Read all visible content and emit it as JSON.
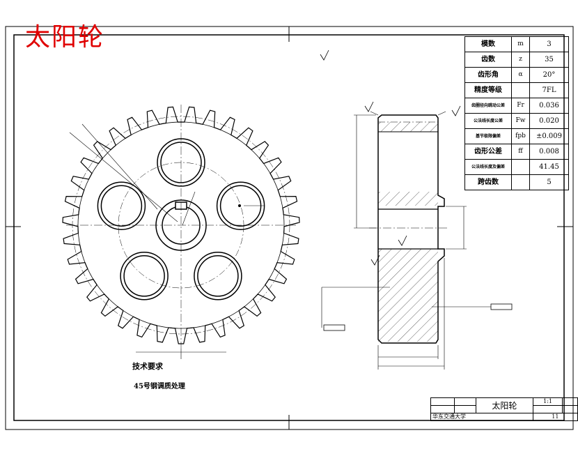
{
  "drawing_title": "太阳轮",
  "technical_requirements": {
    "heading": "技术要求",
    "items": [
      "45号钢调质处理"
    ]
  },
  "parameter_table": [
    {
      "name": "模数",
      "symbol": "m",
      "value": "3"
    },
    {
      "name": "齿数",
      "symbol": "z",
      "value": "35"
    },
    {
      "name": "齿形角",
      "symbol": "α",
      "value": "20°"
    },
    {
      "name": "精度等级",
      "symbol": "",
      "value": "7FL"
    },
    {
      "name": "齿圈径向跳动公差",
      "symbol": "Fr",
      "value": "0.036"
    },
    {
      "name": "公法线长度公差",
      "symbol": "Fw",
      "value": "0.020"
    },
    {
      "name": "基节极限偏差",
      "symbol": "fpb",
      "value": "±0.009"
    },
    {
      "name": "齿形公差",
      "symbol": "ff",
      "value": "0.008"
    },
    {
      "name": "公法线长度及偏差",
      "symbol": "",
      "value": "41.45"
    },
    {
      "name": "跨齿数",
      "symbol": "",
      "value": "5"
    }
  ],
  "title_block": {
    "part_name": "太阳轮",
    "scale": "1:1",
    "school": "华东交通大学",
    "sheet": "11"
  },
  "colors": {
    "title_red": "#e00000",
    "line": "#000000",
    "paper": "#ffffff"
  }
}
